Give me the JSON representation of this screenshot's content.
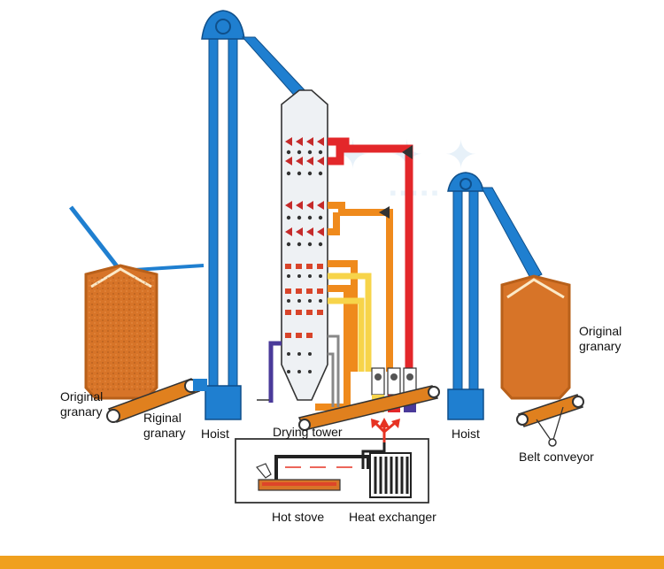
{
  "labels": {
    "original_granary_left": [
      "Original",
      "granary"
    ],
    "riginal_granary": [
      "Riginal",
      "granary"
    ],
    "hoist_left": "Hoist",
    "drying_tower": "Drying tower",
    "hoist_right": "Hoist",
    "original_granary_right": [
      "Original",
      "granary"
    ],
    "belt_conveyor": "Belt conveyor",
    "hot_stove": "Hot stove",
    "heat_exchanger": "Heat exchanger"
  },
  "colors": {
    "hoist_blue": "#1f7fd0",
    "granary_orange": "#e0801e",
    "grain_fill": "#d77428",
    "hot_air_red": "#e3272a",
    "warm_air_orange": "#ef8a1c",
    "cool_air_yellow": "#f7d44a",
    "tower_grey": "#e9ecef",
    "exhaust_red": "#e63323",
    "footer_bar": "#f0a01e"
  }
}
